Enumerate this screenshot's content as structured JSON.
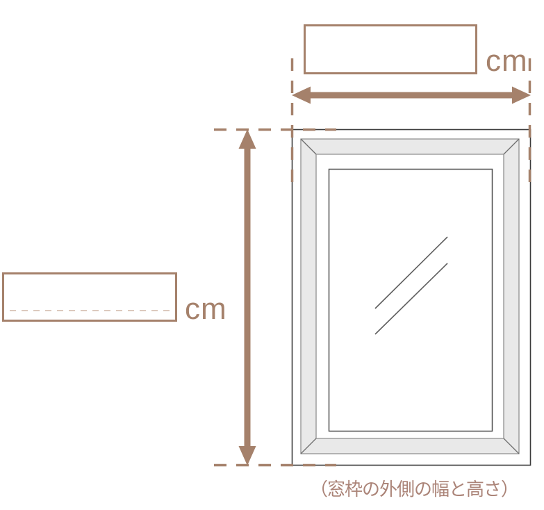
{
  "inputs": {
    "width": {
      "value": "",
      "unit_label": "cm",
      "description": "window outer frame width in centimeters"
    },
    "height": {
      "value": "",
      "unit_label": "cm",
      "description": "window outer frame height in centimeters"
    }
  },
  "caption": "（窓枠の外側の幅と高さ）",
  "icons": {
    "width_arrow": "horizontal-double-headed-arrow",
    "height_arrow": "vertical-double-headed-arrow",
    "window_illustration": "window-frame-with-glass"
  },
  "colors": {
    "accent_brown": "#a5816b",
    "text_brown": "#ab8478",
    "frame_gray_fill": "#e9e9e9",
    "frame_gray_stroke": "#8f8f8f",
    "window_outline": "#3c3c3c",
    "glass_line": "#5f5f5f",
    "background": "#ffffff"
  }
}
